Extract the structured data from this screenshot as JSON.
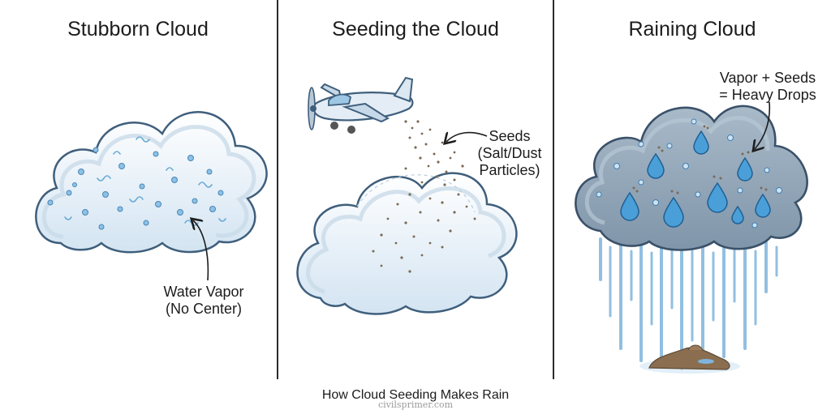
{
  "panels": [
    {
      "title": "Stubborn Cloud",
      "label_lines": [
        "Water Vapor",
        "(No Center)"
      ]
    },
    {
      "title": "Seeding the Cloud",
      "label_lines": [
        "Seeds",
        "(Salt/Dust",
        "Particles)"
      ]
    },
    {
      "title": "Raining Cloud",
      "label_lines": [
        "Vapor + Seeds",
        "= Heavy Drops"
      ]
    }
  ],
  "caption": "How Cloud Seeding Makes Rain",
  "watermark": "civilsprimer.com",
  "colors": {
    "cloud_fill": "#eef5fb",
    "cloud_stroke": "#3f5f7c",
    "rain_cloud_fill": "#8fa3b5",
    "drop_fill": "#4a9fd8",
    "rain": "#7fb4dc",
    "seed": "#7a6a55",
    "puddle": "#8a6e4f"
  },
  "icons": [
    "airplane-icon",
    "water-drop-icon",
    "arrow-icon"
  ]
}
